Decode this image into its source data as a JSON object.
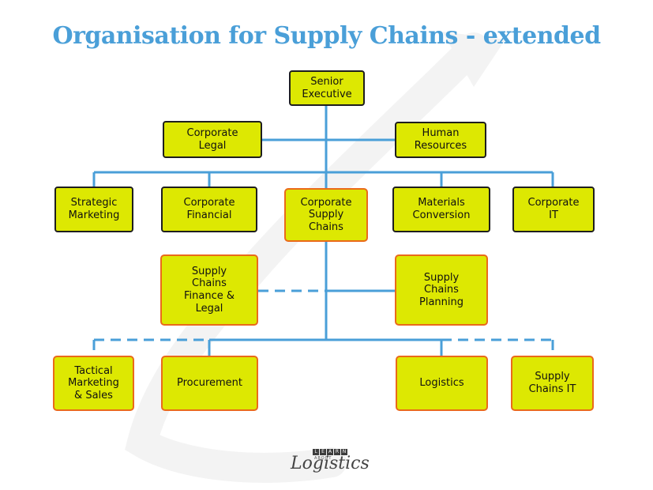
{
  "title": "Organisation for Supply Chains - extended",
  "colors": {
    "title": "#4a9fd8",
    "box_fill": "#dde802",
    "box_border_dark": "#1e1e1e",
    "box_border_orange": "#ea6a1a",
    "connector": "#4a9fd8"
  },
  "nodes": {
    "senior_executive": "Senior\nExecutive",
    "corporate_legal": "Corporate\nLegal",
    "human_resources": "Human\nResources",
    "strategic_marketing": "Strategic\nMarketing",
    "corporate_financial": "Corporate\nFinancial",
    "corporate_supply_chains": "Corporate\nSupply\nChains",
    "materials_conversion": "Materials\nConversion",
    "corporate_it": "Corporate\nIT",
    "supply_chains_finance_legal": "Supply\nChains\nFinance &\nLegal",
    "supply_chains_planning": "Supply\nChains\nPlanning",
    "tactical_marketing_sales": "Tactical\nMarketing\n& Sales",
    "procurement": "Procurement",
    "logistics": "Logistics",
    "supply_chains_it": "Supply\nChains IT"
  },
  "logo": {
    "learn": "LEARN",
    "about": "ABOUT",
    "word": "Logistics"
  }
}
